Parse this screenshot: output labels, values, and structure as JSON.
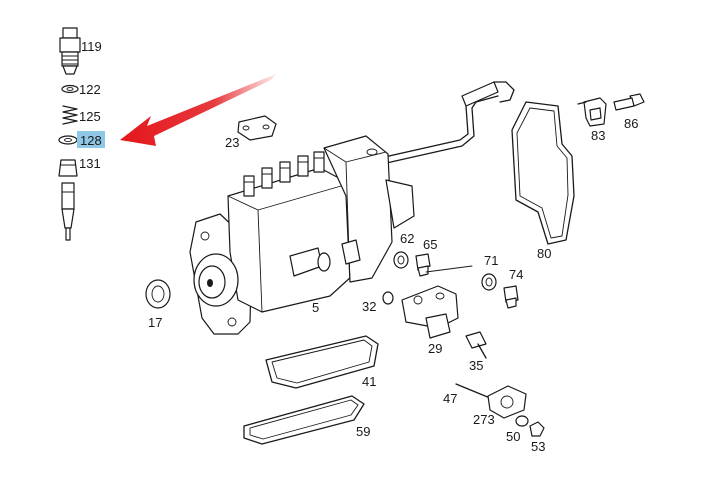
{
  "highlight": {
    "label": "128",
    "box_color": "#8ec8e6",
    "arrow_color": "#e3161b"
  },
  "labels": [
    "119",
    "122",
    "125",
    "128",
    "131",
    "23",
    "83",
    "86",
    "62",
    "65",
    "80",
    "71",
    "74",
    "17",
    "5",
    "32",
    "29",
    "35",
    "41",
    "47",
    "273",
    "50",
    "53",
    "59"
  ]
}
